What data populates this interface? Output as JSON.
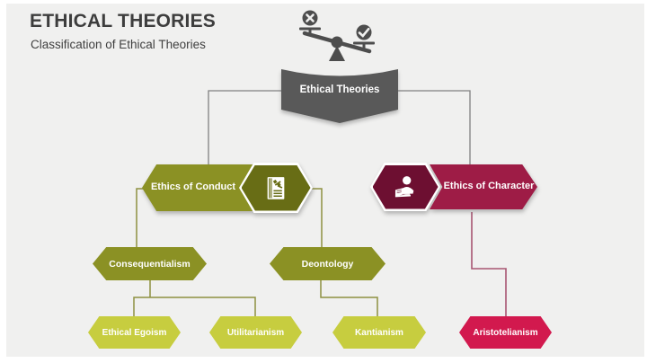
{
  "header": {
    "title": "ETHICAL THEORIES",
    "subtitle": "Classification of Ethical Theories"
  },
  "icons": {
    "top": "balance-scale-icon",
    "conduct": "law-document-icon",
    "character": "person-reading-icon"
  },
  "nodes": {
    "root": {
      "label": "Ethical Theories"
    },
    "conduct": {
      "label": "Ethics of Conduct"
    },
    "character": {
      "label": "Ethics of Character"
    },
    "consequentialism": {
      "label": "Consequentialism"
    },
    "deontology": {
      "label": "Deontology"
    },
    "ethical_egoism": {
      "label": "Ethical Egoism"
    },
    "utilitarianism": {
      "label": "Utilitarianism"
    },
    "kantianism": {
      "label": "Kantianism"
    },
    "aristotelianism": {
      "label": "Aristotelianism"
    }
  },
  "colors": {
    "background": "#f0f0ef",
    "title_text": "#3d3d3d",
    "subtitle_text": "#3f3f3f",
    "banner_gray": "#595959",
    "olive": "#8b9124",
    "olive_dark": "#686d15",
    "maroon": "#9e1c46",
    "maroon_dark": "#6d0f31",
    "lime": "#c7cd3f",
    "pink": "#d2194e",
    "connector_gray": "#808080",
    "connector_olive": "#8e9040",
    "connector_rose": "#a85672",
    "scale_icon": "#4d4d4d"
  }
}
